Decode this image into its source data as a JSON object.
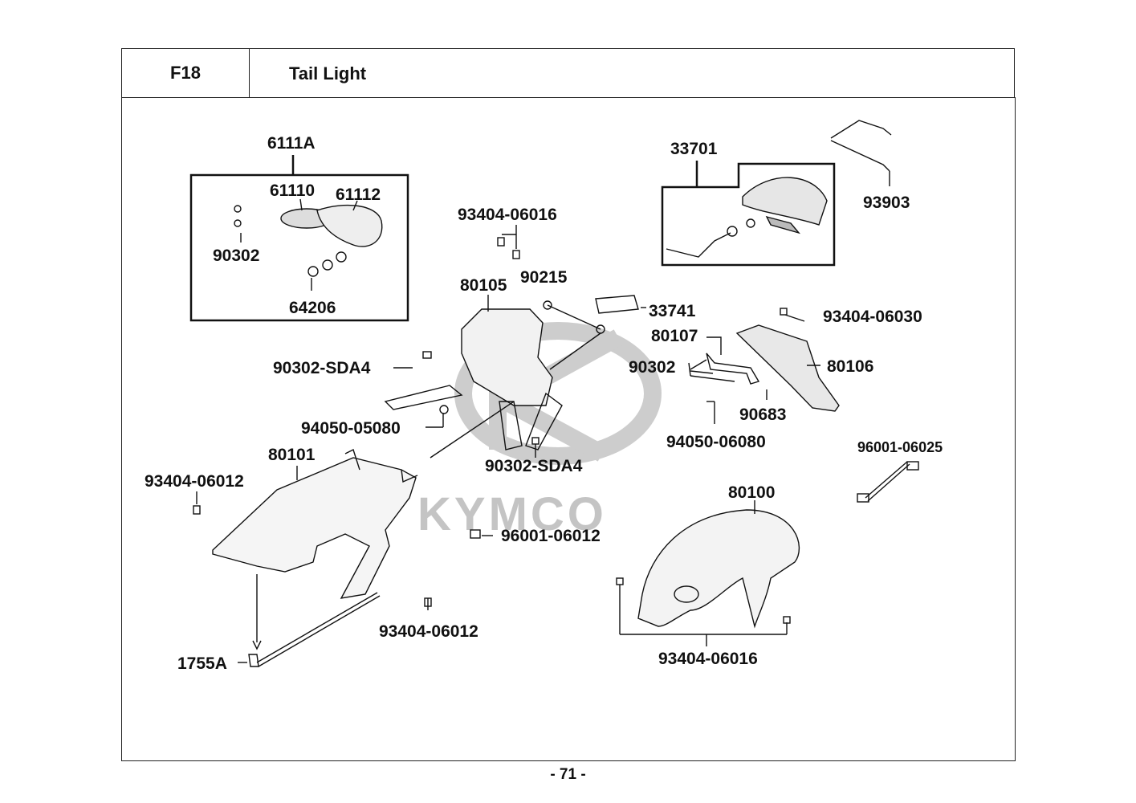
{
  "header": {
    "section_code": "F18",
    "section_title": "Tail Light"
  },
  "watermark": {
    "text": "KYMCO"
  },
  "parts": {
    "p6111A": "6111A",
    "p61110": "61110",
    "p61112": "61112",
    "p90302_a": "90302",
    "p64206": "64206",
    "p93404_06016_top": "93404-06016",
    "p80105": "80105",
    "p90215": "90215",
    "p33741": "33741",
    "p33701": "33701",
    "p93903": "93903",
    "p93404_06030": "93404-06030",
    "p80107": "80107",
    "p90302_b": "90302",
    "p80106": "80106",
    "p90683": "90683",
    "p94050_06080": "94050-06080",
    "p90302_SDA4_a": "90302-SDA4",
    "p94050_05080": "94050-05080",
    "p90302_SDA4_b": "90302-SDA4",
    "p80101": "80101",
    "p93404_06012_a": "93404-06012",
    "p96001_06012": "96001-06012",
    "p93404_06012_b": "93404-06012",
    "p1755A": "1755A",
    "p96001_06025": "96001-06025",
    "p80100": "80100",
    "p93404_06016_bot": "93404-06016"
  },
  "footer": {
    "page_number": "- 71 -"
  }
}
